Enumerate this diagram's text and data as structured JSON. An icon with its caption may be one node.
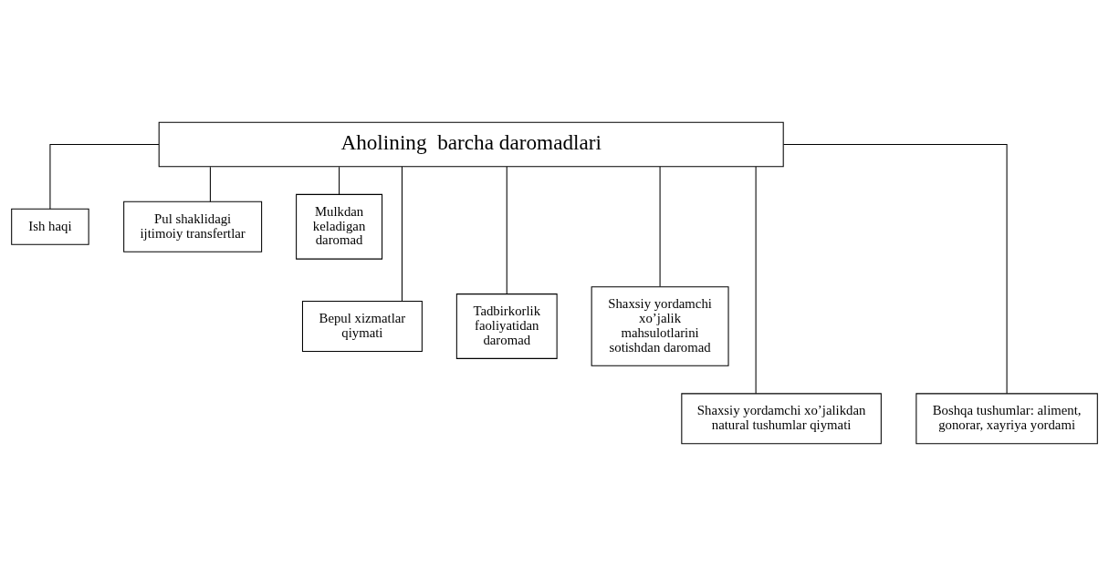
{
  "diagram": {
    "nodes": [
      {
        "text": [
          "Aholining  barcha daromadlari"
        ]
      },
      {
        "text": [
          "Ish haqi"
        ]
      },
      {
        "text": [
          "Pul shaklidagi ijtimoiy transfertlar"
        ]
      },
      {
        "text": [
          "Mulkdan keladigan daromad"
        ]
      },
      {
        "text": [
          "Bepul xizmatlar qiymati"
        ]
      },
      {
        "text": [
          "Tadbirkorlik faoliyatidan daromad"
        ]
      },
      {
        "text": [
          "Shaxsiy yordamchi xo’jalik mahsulotlarini sotishdan daromad"
        ]
      },
      {
        "text": [
          "Shaxsiy yordamchi xo’jalikdan natural tushumlar qiymati"
        ]
      },
      {
        "text": [
          "Boshqa tushumlar: aliment, gonorar, xayriya yordami"
        ]
      }
    ],
    "edges": [
      {
        "from": 0,
        "to": 7,
        "arrow": "none"
      },
      {
        "from": 0,
        "to": 4,
        "arrow": "none"
      },
      {
        "from": 0,
        "to": 1,
        "arrow": "none"
      },
      {
        "from": 0,
        "to": 5,
        "arrow": "none"
      },
      {
        "from": 0,
        "to": 2,
        "arrow": "none"
      },
      {
        "from": 0,
        "to": 6,
        "arrow": "none"
      },
      {
        "from": 0,
        "to": 3,
        "arrow": "none"
      },
      {
        "from": 0,
        "to": 8,
        "arrow": "none"
      }
    ]
  }
}
